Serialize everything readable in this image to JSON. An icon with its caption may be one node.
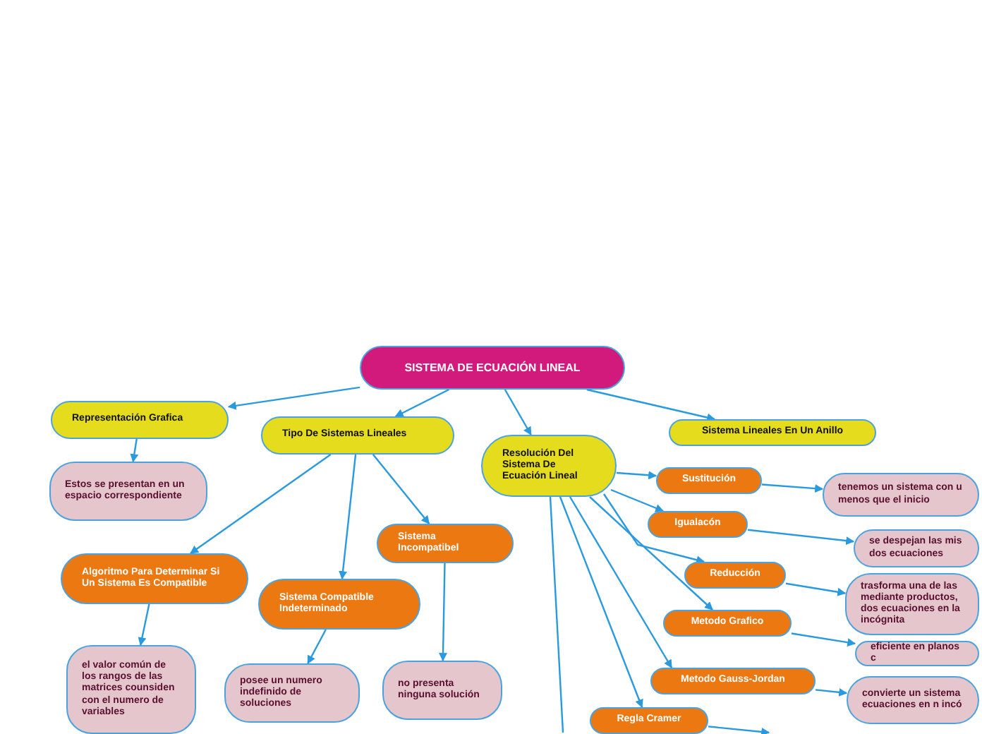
{
  "diagram": {
    "nodes": [
      {
        "text": [
          "SISTEMA DE ECUACIÓN LINEAL"
        ]
      },
      {
        "text": [
          "Representación Grafica"
        ]
      },
      {
        "text": [
          "Estos se presentan en un espacio correspondiente"
        ]
      },
      {
        "text": [
          "Tipo De Sistemas Lineales"
        ]
      },
      {
        "text": [
          "Resolución Del Sistema De Ecuación Lineal"
        ]
      },
      {
        "text": [
          "Sistema Lineales En Un Anillo"
        ]
      },
      {
        "text": [
          "Algoritmo Para Determinar Si Un Sistema Es Compatible"
        ]
      },
      {
        "text": [
          "el valor común de los rangos de las matrices counsiden con el numero de variables"
        ]
      },
      {
        "text": [
          "Sistema Compatible Indeterminado"
        ]
      },
      {
        "text": [
          "posee un numero indefinido de soluciones"
        ]
      },
      {
        "text": [
          "Sistema Incompatibel"
        ]
      },
      {
        "text": [
          "no presenta ninguna solución"
        ]
      },
      {
        "text": [
          "Sustitución"
        ]
      },
      {
        "text": [
          "tenemos un sistema con u menos que el inicio"
        ]
      },
      {
        "text": [
          "Igualacón"
        ]
      },
      {
        "text": [
          "se despejan las mis dos ecuaciones"
        ]
      },
      {
        "text": [
          "Reducción"
        ]
      },
      {
        "text": [
          "trasforma una de las mediante productos, dos ecuaciones en la incógnita"
        ]
      },
      {
        "text": [
          "Metodo Grafico"
        ]
      },
      {
        "text": [
          "eficiente en planos c"
        ]
      },
      {
        "text": [
          "Metodo Gauss-Jordan"
        ]
      },
      {
        "text": [
          "convierte un sistema ecuaciones en n incó"
        ]
      },
      {
        "text": [
          "Regla Cramer"
        ]
      }
    ],
    "edges": [
      {
        "from": 0,
        "to": 1,
        "arrow": "to"
      },
      {
        "from": 0,
        "to": 3,
        "arrow": "to"
      },
      {
        "from": 0,
        "to": 4,
        "arrow": "to"
      },
      {
        "from": 0,
        "to": 5,
        "arrow": "to"
      },
      {
        "from": 1,
        "to": 2,
        "arrow": "to"
      },
      {
        "from": 3,
        "to": 6,
        "arrow": "to"
      },
      {
        "from": 3,
        "to": 8,
        "arrow": "to"
      },
      {
        "from": 3,
        "to": 10,
        "arrow": "to"
      },
      {
        "from": 6,
        "to": 7,
        "arrow": "to"
      },
      {
        "from": 8,
        "to": 9,
        "arrow": "to"
      },
      {
        "from": 10,
        "to": 11,
        "arrow": "to"
      },
      {
        "from": 4,
        "to": 12,
        "arrow": "to"
      },
      {
        "from": 4,
        "to": 14,
        "arrow": "to"
      },
      {
        "from": 4,
        "to": 16,
        "arrow": "to"
      },
      {
        "from": 4,
        "to": 18,
        "arrow": "to"
      },
      {
        "from": 4,
        "to": 20,
        "arrow": "to"
      },
      {
        "from": 4,
        "to": 22,
        "arrow": "to"
      },
      {
        "from": 4,
        "to": null,
        "arrow": "none"
      },
      {
        "from": 12,
        "to": 13,
        "arrow": "to"
      },
      {
        "from": 14,
        "to": 15,
        "arrow": "to"
      },
      {
        "from": 16,
        "to": 17,
        "arrow": "to"
      },
      {
        "from": 18,
        "to": 19,
        "arrow": "to"
      },
      {
        "from": 20,
        "to": 21,
        "arrow": "to"
      },
      {
        "from": 22,
        "to": null,
        "arrow": "to"
      }
    ]
  }
}
